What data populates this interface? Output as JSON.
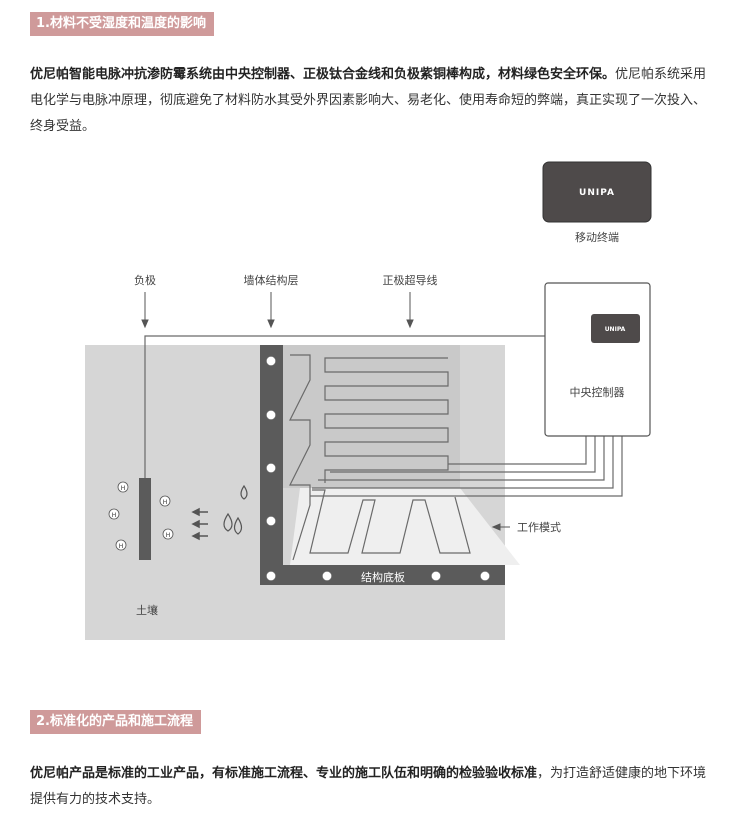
{
  "section1": {
    "heading": "1.材料不受湿度和温度的影响",
    "bold_text": "优尼帕智能电脉冲抗渗防霉系统由中央控制器、正极钛合金线和负极紫铜棒构成，材料绿色安全环保。",
    "body_text": "优尼帕系统采用电化学与电脉冲原理，彻底避免了材料防水其受外界因素影响大、易老化、使用寿命短的弊端，真正实现了一次投入、终身受益。"
  },
  "diagram": {
    "labels": {
      "mobile_terminal": "移动终端",
      "negative": "负极",
      "wall_layer": "墙体结构层",
      "positive_wire": "正极超导线",
      "controller": "中央控制器",
      "work_mode": "工作模式",
      "floor_slab": "结构底板",
      "soil": "土壤"
    },
    "logo_text": "UNIPA",
    "ion_label": "H",
    "colors": {
      "soil": "#d6d6d6",
      "wall": "#5b5b5b",
      "line": "#6a6a6a",
      "device": "#4e4a4a"
    }
  },
  "section2": {
    "heading": "2.标准化的产品和施工流程",
    "bold_text": "优尼帕产品是标准的工业产品，有标准施工流程、专业的施工队伍和明确的检验验收标准",
    "body_text": "，为打造舒适健康的地下环境提供有力的技术支持。"
  }
}
